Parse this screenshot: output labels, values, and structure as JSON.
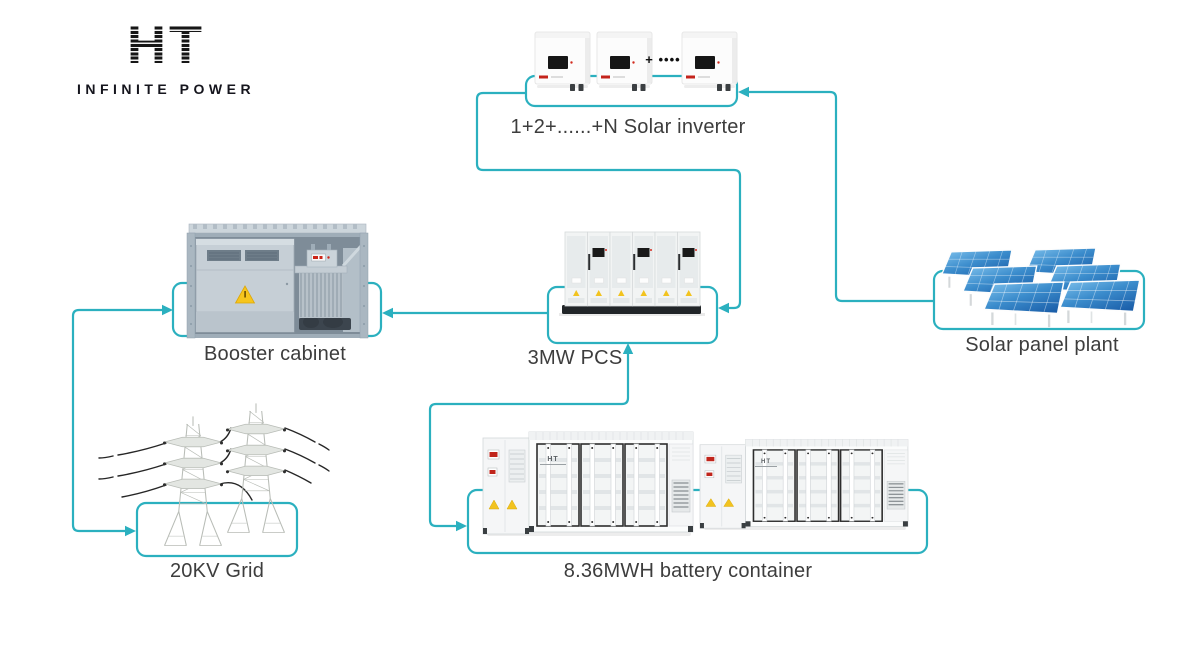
{
  "brand": {
    "name": "HT",
    "tagline": "INFINITE POWER"
  },
  "colors": {
    "accent": "#2BB0BF",
    "label_text": "#3D3D3D",
    "background": "#FFFFFF",
    "warning_yellow": "#F2C31F",
    "panel_blue": "#2E7FC2"
  },
  "nodes": {
    "solar_inverter": {
      "label": "1+2+......+N Solar inverter",
      "plus_dots": "+ ••••",
      "units_shown": 3
    },
    "booster_cabinet": {
      "label": "Booster cabinet"
    },
    "pcs": {
      "label": "3MW PCS"
    },
    "solar_panel_plant": {
      "label": "Solar panel plant"
    },
    "grid": {
      "label": "20KV Grid"
    },
    "battery_container": {
      "label": "8.36MWH battery container",
      "container_logo": "HT",
      "containers_shown": 2
    }
  },
  "connections": [
    {
      "from": "solar_panel_plant",
      "to": "solar_inverter",
      "direction": "one-way"
    },
    {
      "from": "solar_inverter",
      "to": "pcs",
      "direction": "one-way"
    },
    {
      "from": "pcs",
      "to": "booster_cabinet",
      "direction": "one-way"
    },
    {
      "from": "booster_cabinet",
      "to": "grid",
      "direction": "two-way"
    },
    {
      "from": "pcs",
      "to": "battery_container",
      "direction": "two-way"
    }
  ]
}
